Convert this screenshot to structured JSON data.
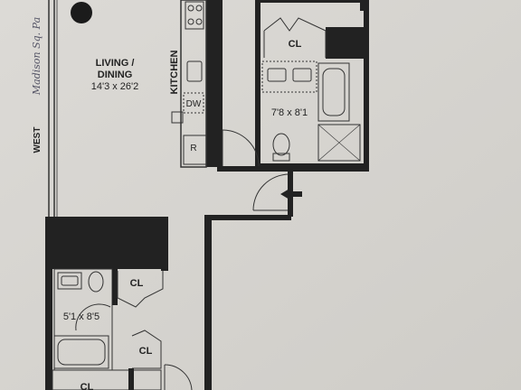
{
  "rooms": {
    "living_name": "LIVING /\nDINING",
    "living_name_l1": "LIVING /",
    "living_name_l2": "DINING",
    "living_dims": "14'3 x 26'2",
    "kitchen": "KITCHEN",
    "bath1_dims": "7'8 x 8'1",
    "bath2_dims": "5'1 x 8'5",
    "closet": "CL"
  },
  "appliances": {
    "dishwasher": "DW",
    "refrigerator": "R"
  },
  "orientation": {
    "west": "WEST"
  },
  "handwriting": {
    "note": "Madison Sq. Pa"
  },
  "colors": {
    "paper": "#d9d7d3",
    "wall": "#222222",
    "line": "#333333"
  }
}
